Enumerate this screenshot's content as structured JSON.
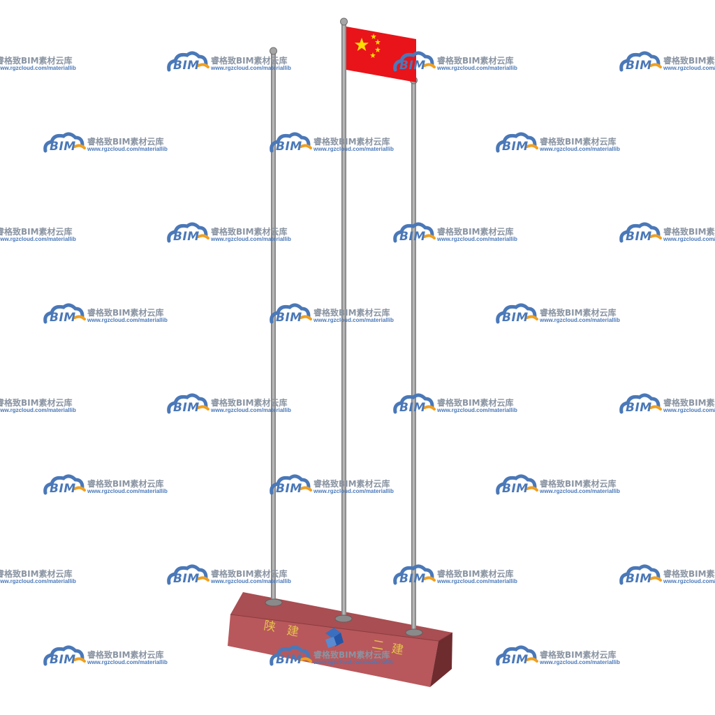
{
  "watermark": {
    "brand_mark": "BIM",
    "name": "睿格致BIM素材云库",
    "url": "www.rgzcloud.com/materiallib"
  },
  "plinth": {
    "text_left_1": "陕",
    "text_left_2": "建",
    "text_right_1": "二",
    "text_right_2": "建"
  },
  "colors": {
    "flag_red": "#e8141a",
    "flag_star": "#ffde00",
    "plinth_front": "#b8585c",
    "plinth_top": "#a94e52",
    "plinth_side": "#6e2c2e",
    "pole": "#9a9a9a",
    "watermark_blue": "#4a78b8",
    "watermark_orange": "#f0a020"
  },
  "icons": [
    "cloud-bim-logo-icon",
    "china-flag-icon",
    "company-logo-icon"
  ]
}
